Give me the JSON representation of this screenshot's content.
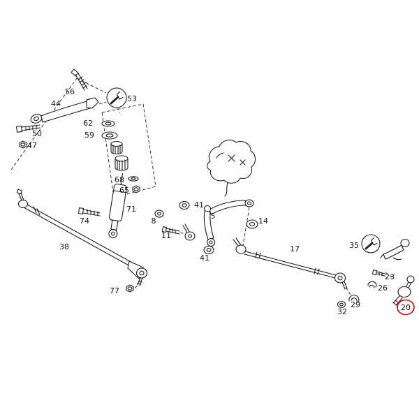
{
  "page": {
    "background_color": "#ffffff"
  },
  "diagram": {
    "type": "exploded-parts-diagram",
    "line_color": "#1c1c1c",
    "highlight_color": "#d40000",
    "highlighted_part": "20",
    "labels": [
      {
        "part": "56"
      },
      {
        "part": "44"
      },
      {
        "part": "53"
      },
      {
        "part": "50"
      },
      {
        "part": "47"
      },
      {
        "part": "62"
      },
      {
        "part": "59"
      },
      {
        "part": "68"
      },
      {
        "part": "65"
      },
      {
        "part": "71"
      },
      {
        "part": "74"
      },
      {
        "part": "38"
      },
      {
        "part": "77"
      },
      {
        "part": "8"
      },
      {
        "part": "11"
      },
      {
        "part": "41"
      },
      {
        "part": "5"
      },
      {
        "part": "41"
      },
      {
        "part": "14"
      },
      {
        "part": "17"
      },
      {
        "part": "35"
      },
      {
        "part": "23"
      },
      {
        "part": "26"
      },
      {
        "part": "29"
      },
      {
        "part": "32"
      },
      {
        "part": "20"
      }
    ]
  }
}
